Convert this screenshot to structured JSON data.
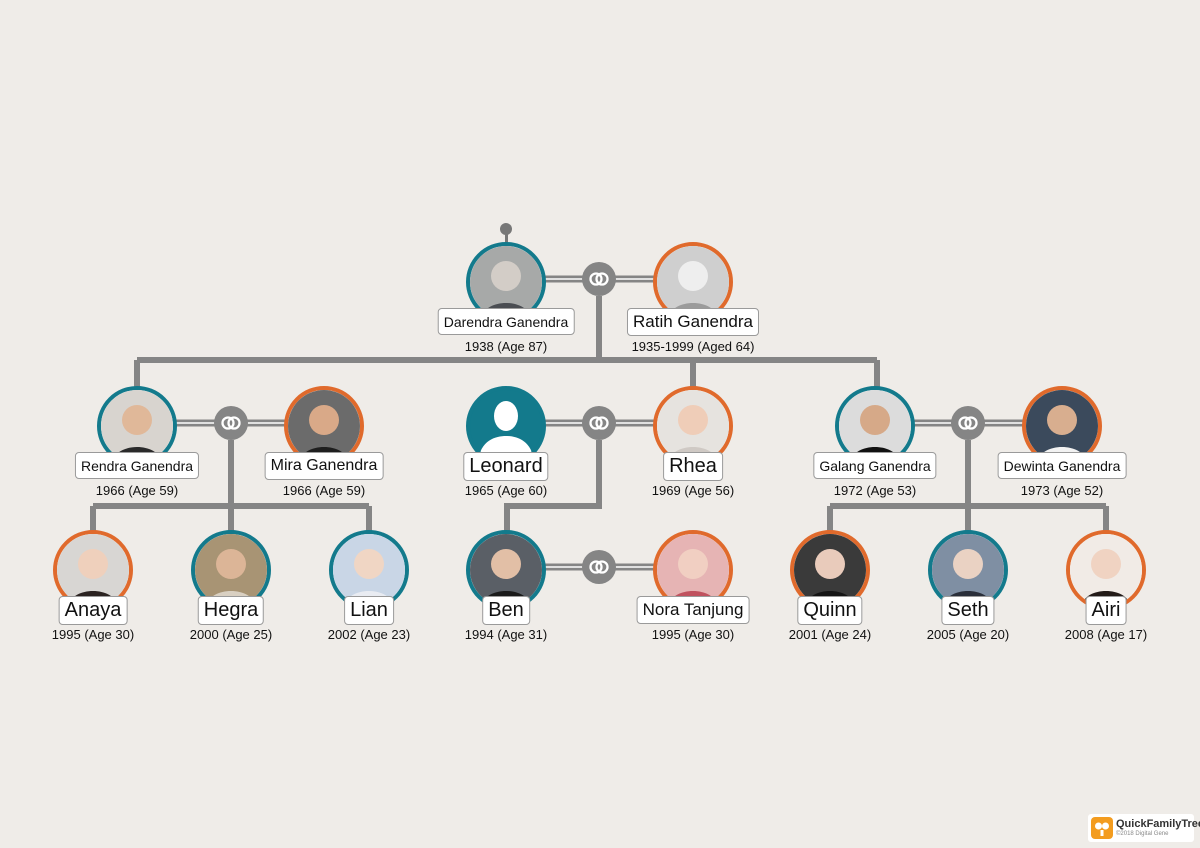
{
  "colors": {
    "male_ring": "#137a8c",
    "female_ring": "#e06a2c",
    "connector": "#858585",
    "background": "#efece8"
  },
  "people": {
    "darendra": {
      "name": "Darendra Ganendra",
      "dates": "1938 (Age 87)",
      "gender": "male"
    },
    "ratih": {
      "name": "Ratih Ganendra",
      "dates": "1935-1999 (Aged 64)",
      "gender": "female"
    },
    "rendra": {
      "name": "Rendra Ganendra",
      "dates": "1966 (Age 59)",
      "gender": "male"
    },
    "mira": {
      "name": "Mira Ganendra",
      "dates": "1966 (Age 59)",
      "gender": "female"
    },
    "leonard": {
      "name": "Leonard",
      "dates": "1965 (Age 60)",
      "gender": "male",
      "photo": "silhouette-icon"
    },
    "rhea": {
      "name": "Rhea",
      "dates": "1969 (Age 56)",
      "gender": "female"
    },
    "galang": {
      "name": "Galang Ganendra",
      "dates": "1972 (Age 53)",
      "gender": "male"
    },
    "dewinta": {
      "name": "Dewinta Ganendra",
      "dates": "1973 (Age 52)",
      "gender": "female"
    },
    "anaya": {
      "name": "Anaya",
      "dates": "1995 (Age 30)",
      "gender": "female"
    },
    "hegra": {
      "name": "Hegra",
      "dates": "2000 (Age 25)",
      "gender": "male"
    },
    "lian": {
      "name": "Lian",
      "dates": "2002 (Age 23)",
      "gender": "male"
    },
    "ben": {
      "name": "Ben",
      "dates": "1994 (Age 31)",
      "gender": "male"
    },
    "nora": {
      "name": "Nora Tanjung",
      "dates": "1995 (Age 30)",
      "gender": "female"
    },
    "quinn": {
      "name": "Quinn",
      "dates": "2001 (Age 24)",
      "gender": "female"
    },
    "seth": {
      "name": "Seth",
      "dates": "2005 (Age 20)",
      "gender": "male"
    },
    "airi": {
      "name": "Airi",
      "dates": "2008 (Age 17)",
      "gender": "female"
    }
  },
  "branding": {
    "name": "QuickFamilyTree",
    "copyright": "©2018 Digital Gene"
  }
}
